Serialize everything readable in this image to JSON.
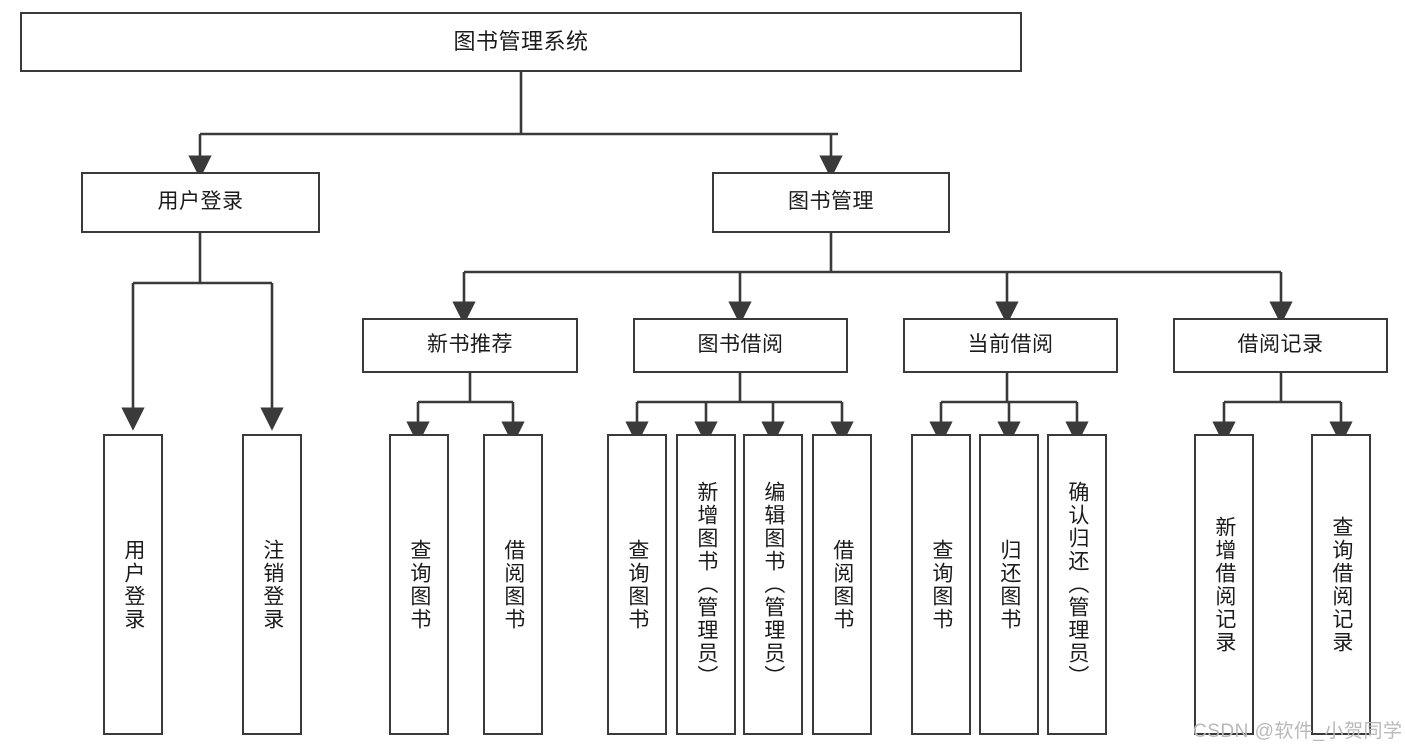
{
  "diagram": {
    "title": "图书管理系统",
    "type": "tree-hierarchy",
    "root": {
      "label": "图书管理系统"
    },
    "level2": [
      {
        "label": "用户登录"
      },
      {
        "label": "图书管理"
      }
    ],
    "level3": [
      {
        "label": "新书推荐"
      },
      {
        "label": "图书借阅"
      },
      {
        "label": "当前借阅"
      },
      {
        "label": "借阅记录"
      }
    ],
    "leaves_user_login": [
      {
        "label": "用户登录"
      },
      {
        "label": "注销登录"
      }
    ],
    "leaves_new_book": [
      {
        "label": "查询图书"
      },
      {
        "label": "借阅图书"
      }
    ],
    "leaves_borrow": [
      {
        "label": "查询图书"
      },
      {
        "label": "新增图书（管理员）"
      },
      {
        "label": "编辑图书（管理员）"
      },
      {
        "label": "借阅图书"
      }
    ],
    "leaves_current": [
      {
        "label": "查询图书"
      },
      {
        "label": "归还图书"
      },
      {
        "label": "确认归还（管理员）"
      }
    ],
    "leaves_records": [
      {
        "label": "新增借阅记录"
      },
      {
        "label": "查询借阅记录"
      }
    ]
  },
  "watermark": {
    "text": "CSDN @软件_小贺同学"
  },
  "colors": {
    "stroke": "#3a3a3a",
    "text": "#1b1b1b",
    "background": "#ffffff",
    "watermark": "#b9b9b9"
  }
}
